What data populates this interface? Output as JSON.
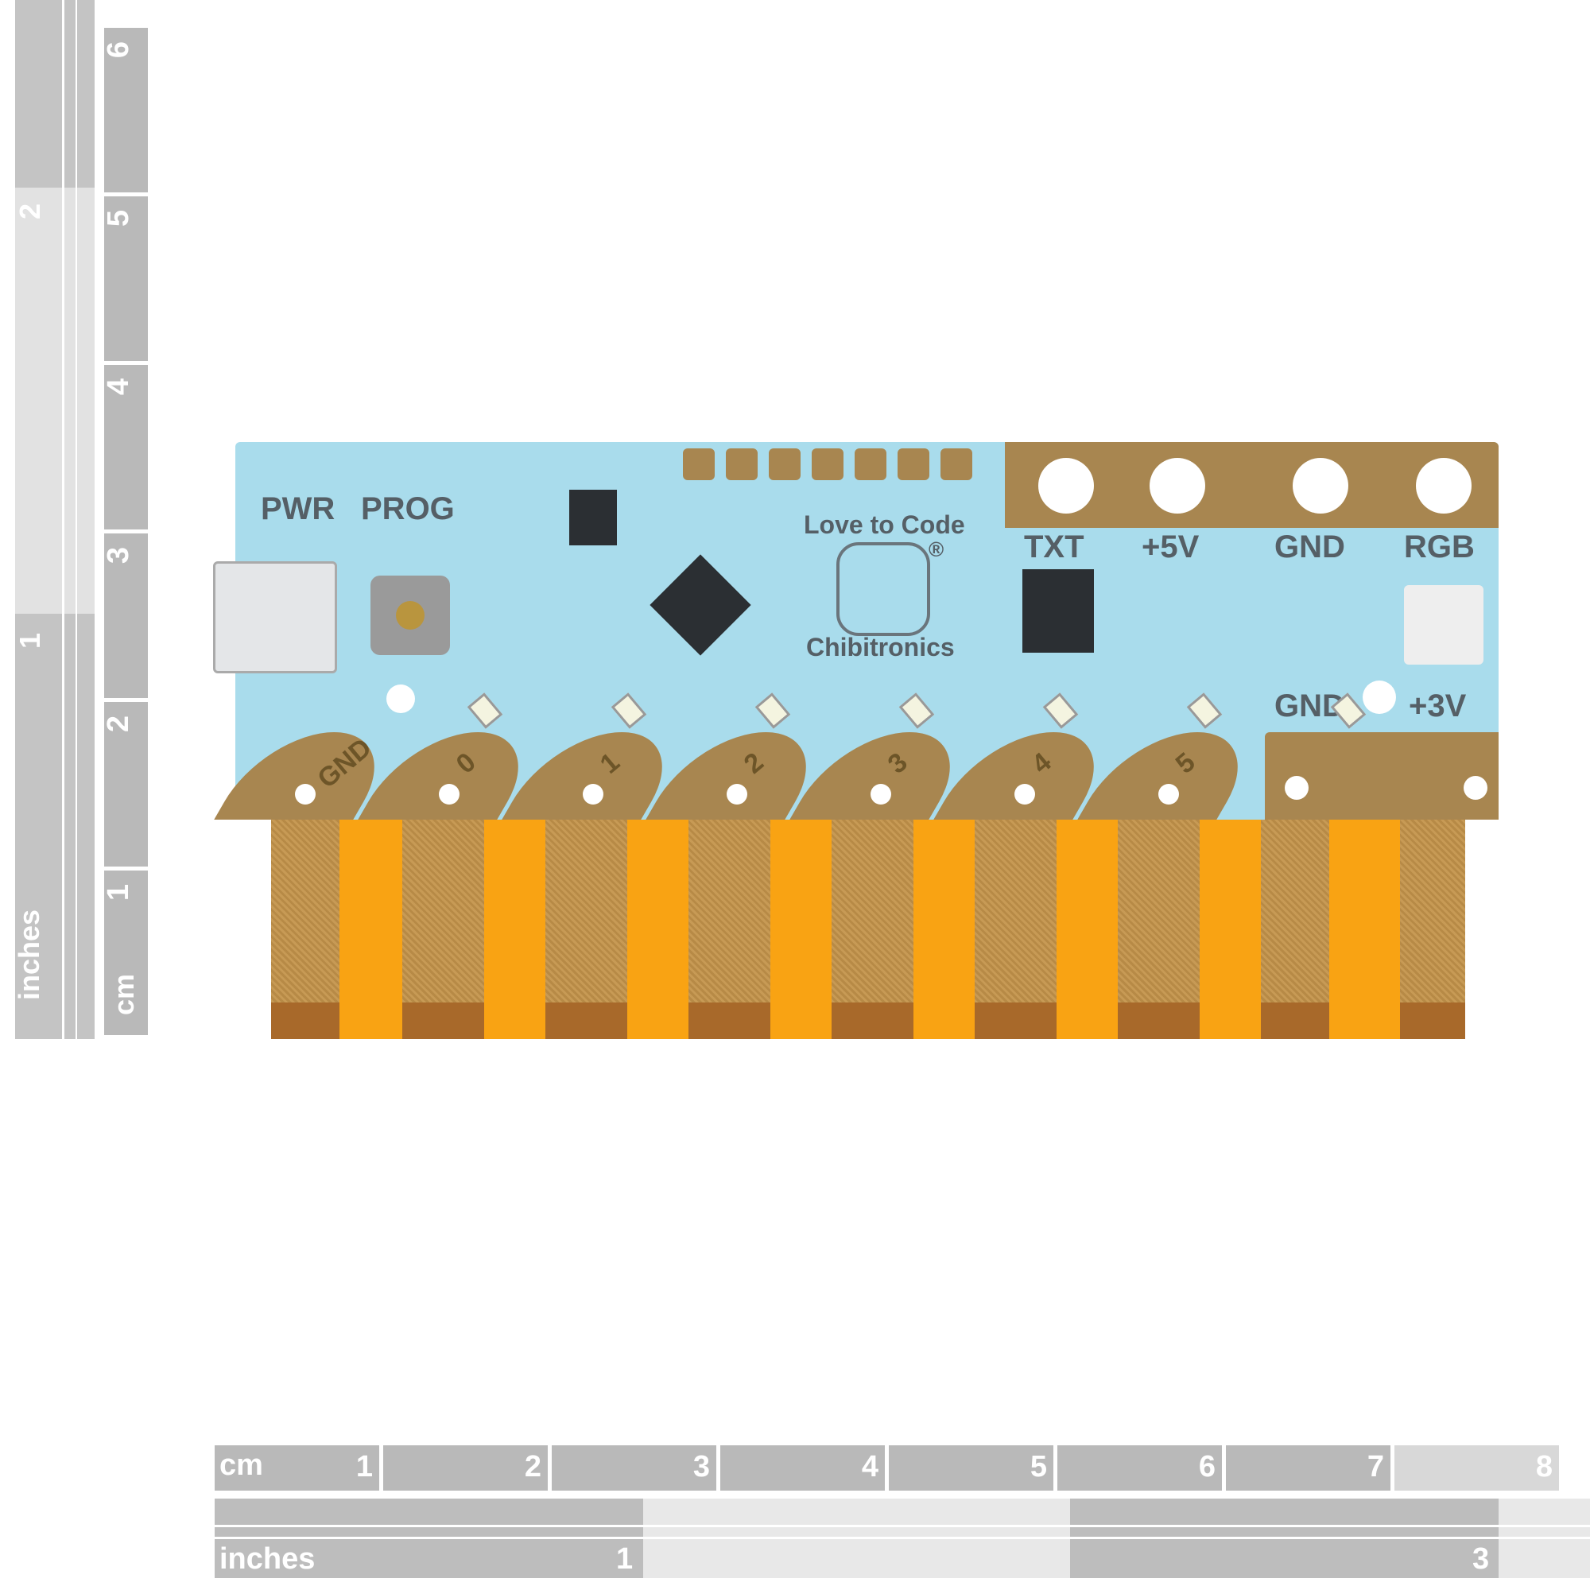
{
  "product": {
    "brand": "Chibitronics",
    "tagline": "Love to Code",
    "registered_mark": "®",
    "top_labels": [
      "PWR",
      "PROG"
    ],
    "header_pins": [
      "TXT",
      "+5V",
      "GND",
      "RGB"
    ],
    "power_pins": [
      "GND",
      "+3V"
    ],
    "bottom_pads": [
      "GND",
      "0",
      "1",
      "2",
      "3",
      "4",
      "5"
    ]
  },
  "ruler_bottom": {
    "cm_unit": "cm",
    "cm_ticks": [
      "1",
      "2",
      "3",
      "4",
      "5",
      "6",
      "7",
      "8"
    ],
    "inch_unit": "inches",
    "inch_ticks": [
      "1",
      "3"
    ]
  },
  "ruler_left": {
    "cm_unit": "cm",
    "cm_ticks": [
      "1",
      "2",
      "3",
      "4",
      "5",
      "6"
    ],
    "inch_unit": "inches",
    "inch_ticks": [
      "1",
      "2"
    ]
  },
  "colors": {
    "board": "#a9dcec",
    "gold": "#a88650",
    "flex": "#f9a313"
  }
}
